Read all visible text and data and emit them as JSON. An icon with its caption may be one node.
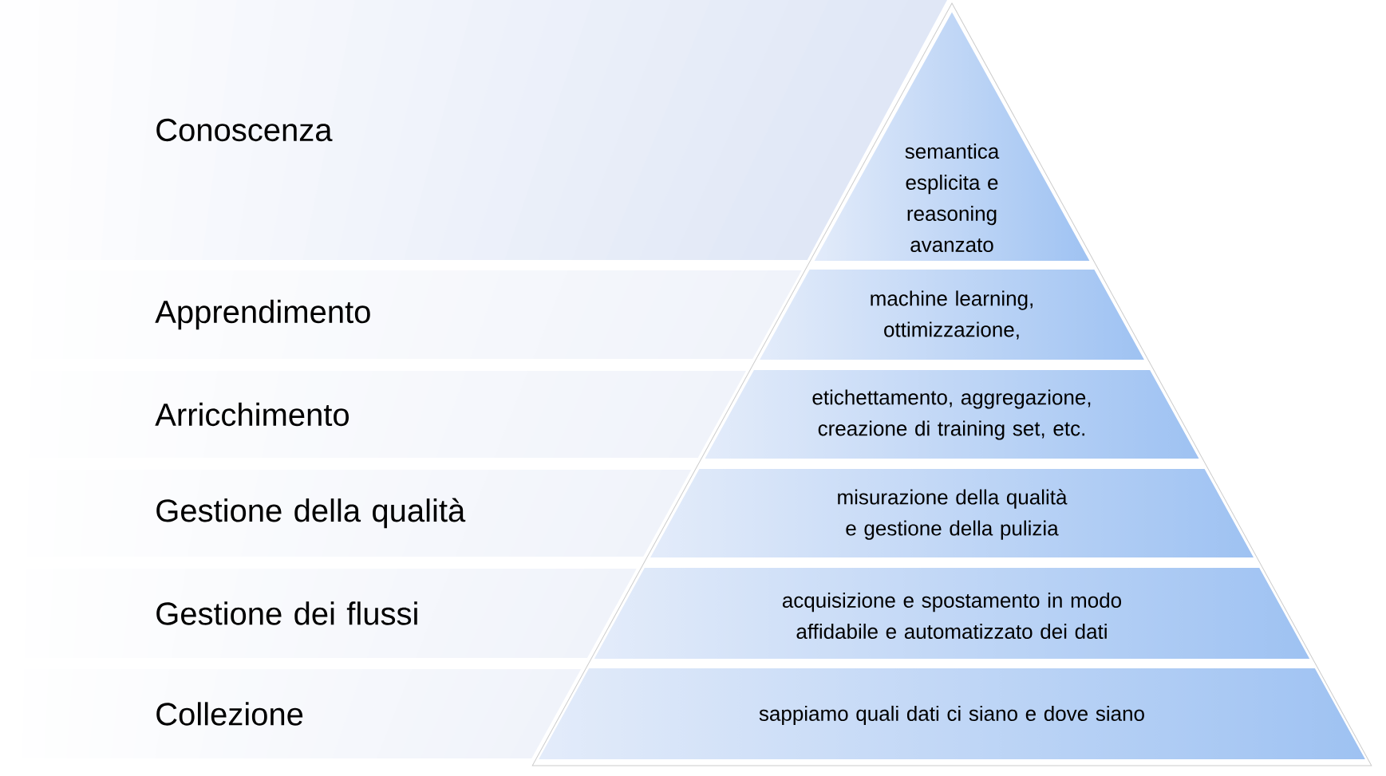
{
  "diagram": {
    "nodes": [
      {
        "text": [
          "Conoscenza"
        ]
      },
      {
        "text": [
          "semantica esplicita e reasoning avanzato"
        ]
      },
      {
        "text": [
          "Apprendimento"
        ]
      },
      {
        "text": [
          "machine learning, ottimizzazione,"
        ]
      },
      {
        "text": [
          "Arricchimento"
        ]
      },
      {
        "text": [
          "etichettamento, aggregazione, creazione di training set, etc."
        ]
      },
      {
        "text": [
          "Gestione della qualità"
        ]
      },
      {
        "text": [
          "misurazione della qualità e gestione della pulizia"
        ]
      },
      {
        "text": [
          "Gestione dei flussi"
        ]
      },
      {
        "text": [
          "acquisizione e spostamento in modo affidabile e automatizzato dei dati"
        ]
      },
      {
        "text": [
          "Collezione"
        ]
      },
      {
        "text": [
          "sappiamo quali dati ci siano e dove siano"
        ]
      }
    ]
  }
}
